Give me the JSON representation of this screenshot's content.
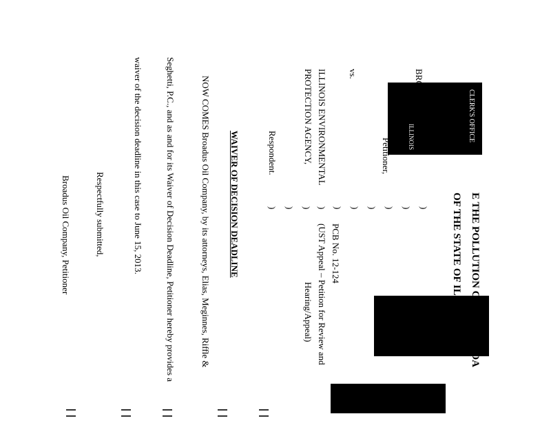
{
  "header": {
    "line1": "E THE POLLUTION CONTROL BOA",
    "line2": "OF THE STATE OF ILLINOIS"
  },
  "stamp": {
    "text": "CLERK'S OFFICE",
    "text2": "ILLINOIS"
  },
  "caption": {
    "petitioner_name": "BROA",
    "petitioner_label": "Petitioner,",
    "vs": "vs.",
    "respondent_line1": "ILLINOIS ENVIRONMENTAL",
    "respondent_line2": "PROTECTION AGENCY,",
    "respondent_label": "Respondent.",
    "case_no": "PCB No. 12-124",
    "case_type_line1": "(UST Appeal – Petition for Review and",
    "case_type_line2": "Hearing/Appeal)",
    "paren": ")"
  },
  "title": "WAIVER OF DECISION DEADLINE",
  "body": {
    "line1": "NOW COMES Broadus Oil Company, by its attorneys, Elias, Meginnes, Riffle &",
    "line2": "Seghetti, P.C., and as and for its Waiver of Decision Deadline, Petitioner hereby provides a",
    "line3": "waiver of the decision deadline in this case to June 15, 2013."
  },
  "closing": {
    "respectfully": "Respectfully submitted,",
    "signature": "Broadus Oil Company, Petitioner"
  }
}
